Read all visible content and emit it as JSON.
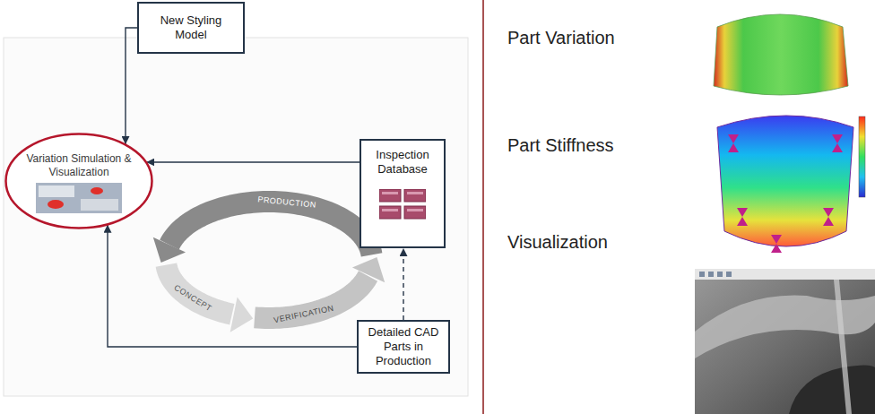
{
  "diagram": {
    "nodes": [
      {
        "text": [
          "New Styling Model"
        ]
      },
      {
        "text": [
          "Variation Simulation & Visualization"
        ]
      },
      {
        "text": [
          "Inspection Database"
        ]
      },
      {
        "text": [
          "Detailed CAD Parts in Production"
        ]
      }
    ],
    "edges": [
      {
        "from": 0,
        "to": 1,
        "arrow": "to"
      },
      {
        "from": 2,
        "to": 1,
        "arrow": "to"
      },
      {
        "from": 3,
        "to": 1,
        "arrow": "to"
      },
      {
        "from": 3,
        "to": 2,
        "arrow": "to"
      }
    ],
    "labels": [
      "PRODUCTION",
      "CONCEPT",
      "VERIFICATION",
      "Part Variation",
      "Part Stiffness",
      "Visualization"
    ]
  }
}
